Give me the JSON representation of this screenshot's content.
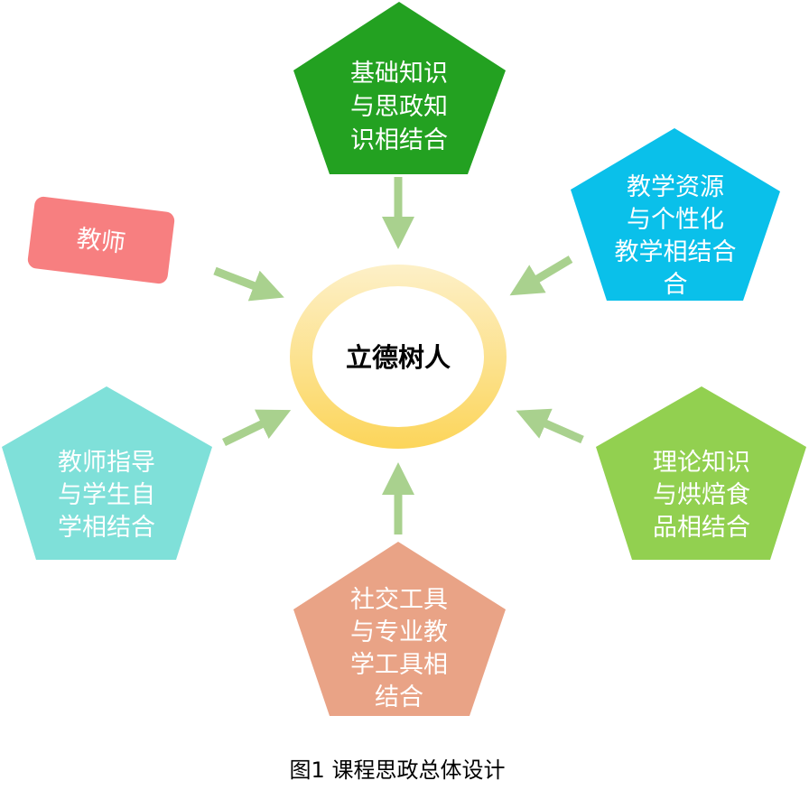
{
  "center": {
    "label": "立德树人"
  },
  "teacher": {
    "label": "教师",
    "color": "#f77f80"
  },
  "nodes": {
    "top": {
      "lines": [
        "基础知识",
        "与思政知",
        "识相结合"
      ],
      "color": "#23a121"
    },
    "right_top": {
      "lines": [
        "教学资源",
        "与个性化",
        "教学相结合",
        "合"
      ],
      "color": "#0ac0ea"
    },
    "right_bottom": {
      "lines": [
        "理论知识",
        "与烘焙食",
        "品相结合"
      ],
      "color": "#92d050"
    },
    "bottom": {
      "lines": [
        "社交工具",
        "与专业教",
        "学工具相",
        "结合"
      ],
      "color": "#e9a386"
    },
    "left": {
      "lines": [
        "教师指导",
        "与学生自",
        "学相结合"
      ],
      "color": "#7fe0d9"
    }
  },
  "arrow_color": "#a9d18e",
  "caption": "图1 课程思政总体设计"
}
